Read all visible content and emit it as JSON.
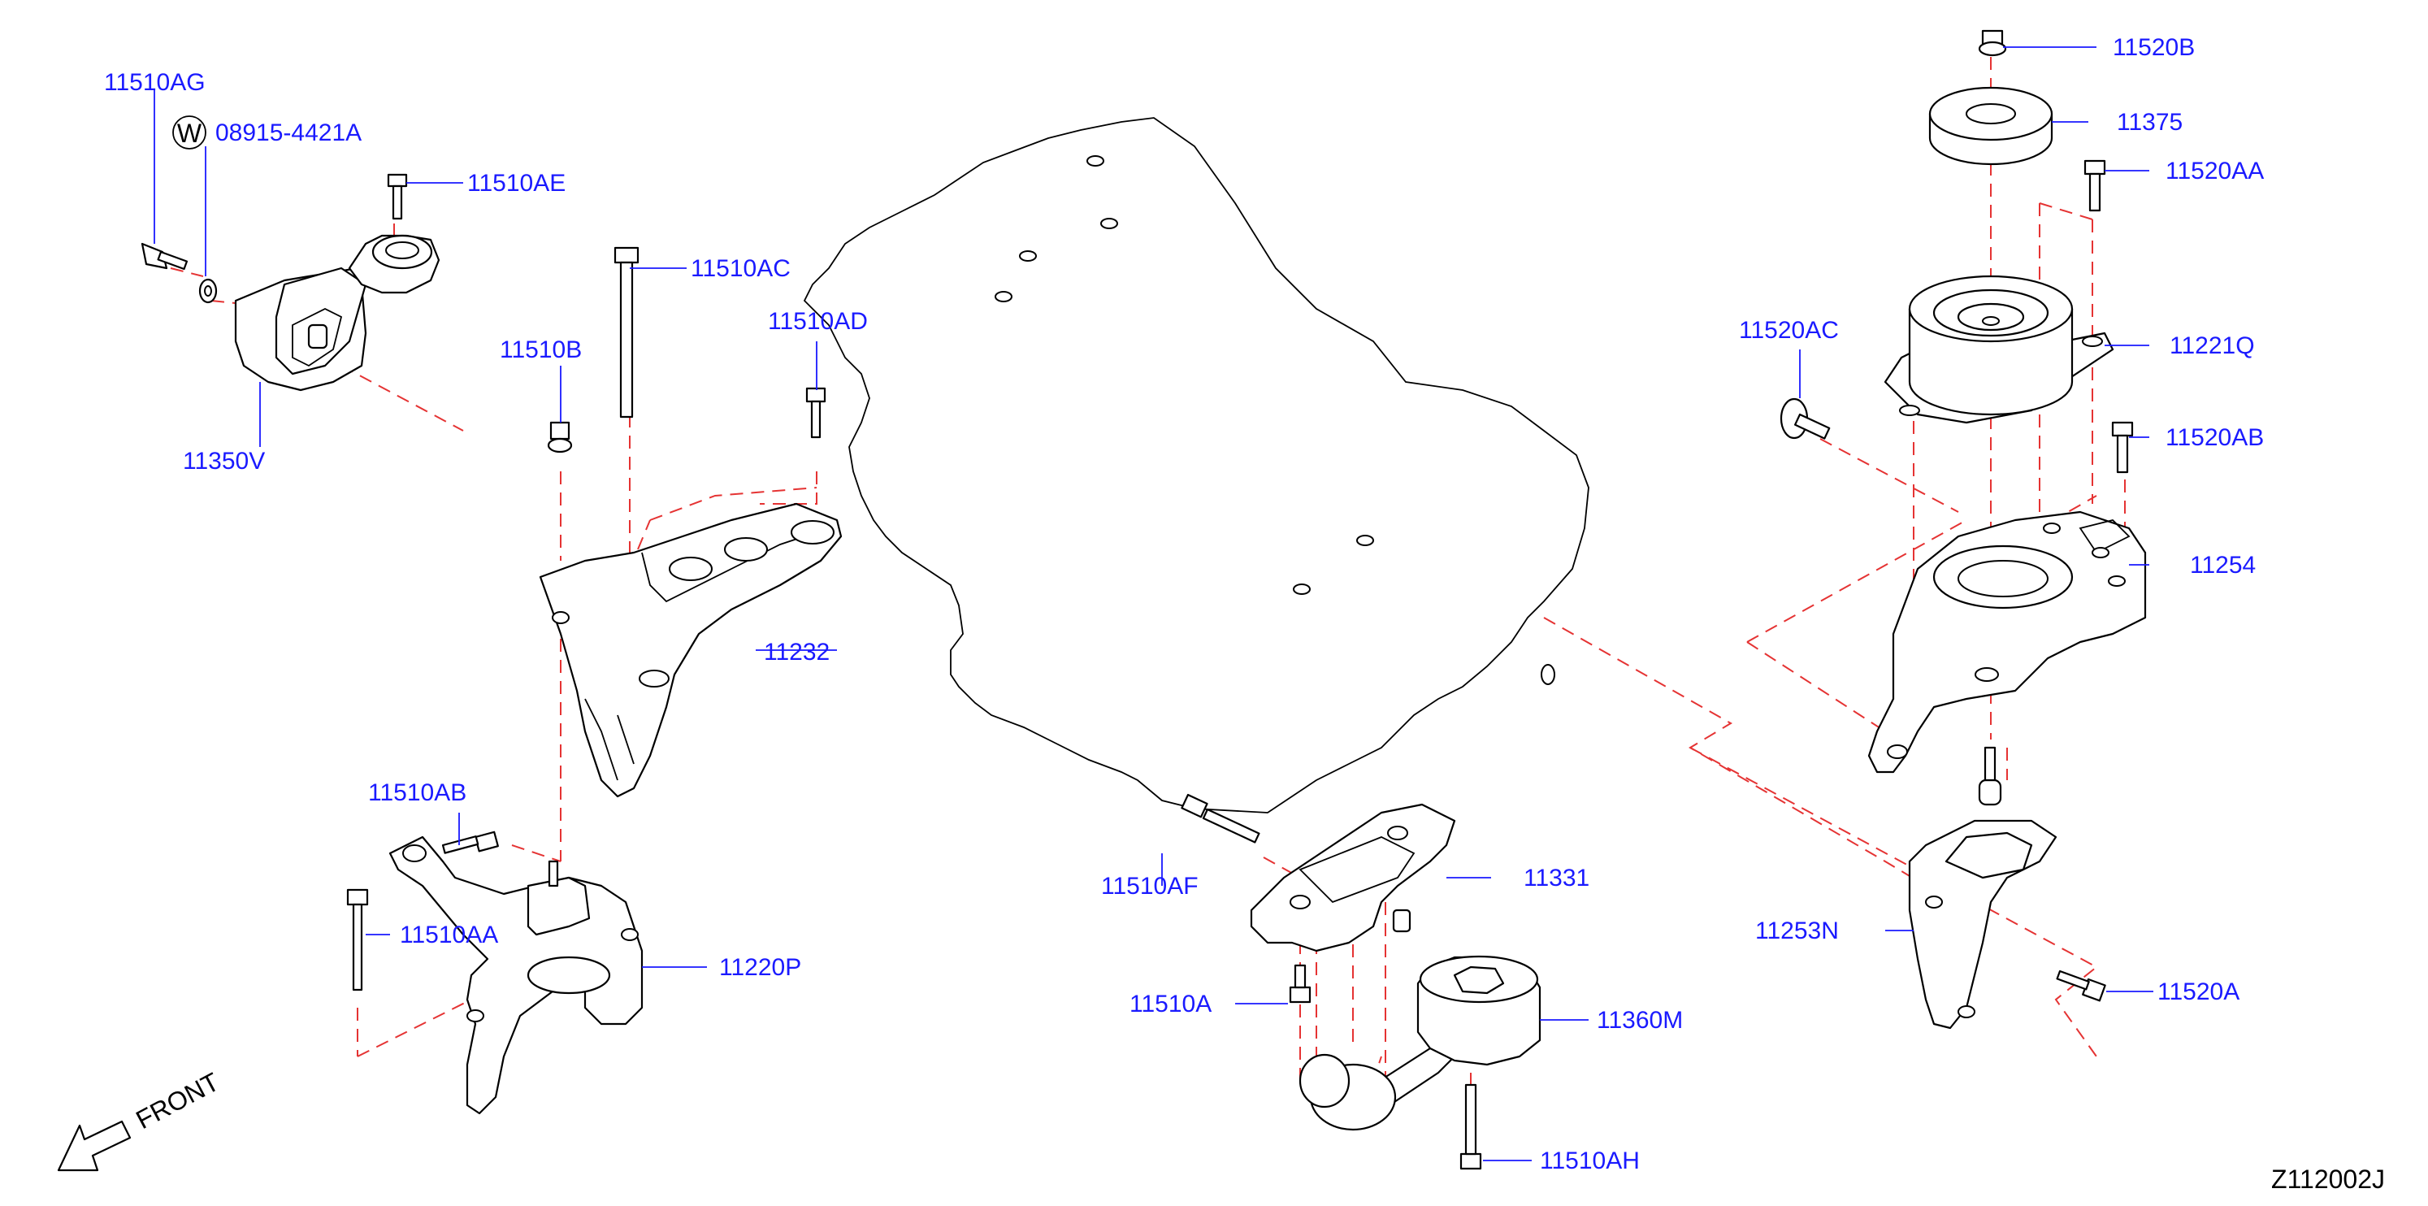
{
  "colors": {
    "label": "#1a1aff",
    "outline": "#000000",
    "dashed_guide": "#e53333",
    "background": "#ffffff"
  },
  "labels": {
    "p11510AG": "11510AG",
    "p08915": "08915-4421A",
    "washer_symbol": "W",
    "p11510AE": "11510AE",
    "p11510AC": "11510AC",
    "p11510B": "11510B",
    "p11510AD": "11510AD",
    "p11350V": "11350V",
    "p11232": "11232",
    "p11510AB": "11510AB",
    "p11510AA": "11510AA",
    "p11220P": "11220P",
    "p11510AF": "11510AF",
    "p11331": "11331",
    "p11510A": "11510A",
    "p11360M": "11360M",
    "p11510AH": "11510AH",
    "p11520B": "11520B",
    "p11375": "11375",
    "p11520AA": "11520AA",
    "p11520AC": "11520AC",
    "p11221Q": "11221Q",
    "p11520AB": "11520AB",
    "p11254": "11254",
    "p11253N": "11253N",
    "p11520A": "11520A"
  },
  "front_label": "FRONT",
  "diagram_code": "Z112002J",
  "icons": {
    "front_arrow": "front-direction-arrow-icon",
    "washer": "washer-symbol-icon"
  }
}
